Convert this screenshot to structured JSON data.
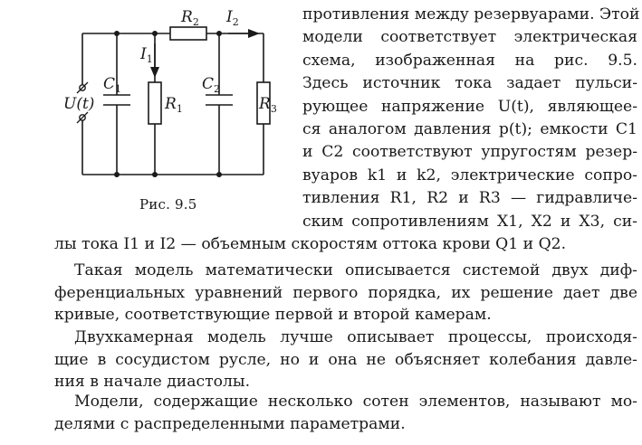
{
  "figure": {
    "caption": "Рис. 9.5",
    "labels": {
      "source": "U(t)",
      "c1": "C",
      "c1_sub": "1",
      "c2": "C",
      "c2_sub": "2",
      "r1": "R",
      "r1_sub": "1",
      "r2": "R",
      "r2_sub": "2",
      "r3": "R",
      "r3_sub": "3",
      "i1": "I",
      "i1_sub": "1",
      "i2": "I",
      "i2_sub": "2"
    }
  },
  "right_column": {
    "lines": [
      "противления между резервуарами. Этой",
      "модели соответствует электрическая",
      "схема, изображенная на рис. 9.5.",
      "Здесь источник тока задает пульси-",
      "рующее напряжение U(t), являющее-",
      "ся аналогом давления p(t); емкости C1",
      "и C2 соответствуют упругостям резер-",
      "вуаров k1 и k2, электрические сопро-",
      "тивления R1, R2 и R3 — гидравличе-",
      "ским сопротивлениям X1, X2 и X3, си-"
    ]
  },
  "body": {
    "line_after_figure": "лы тока I1 и I2 — объемным скоростям оттока крови Q1 и Q2.",
    "paragraphs": [
      [
        "Такая модель математически описывается системой двух диф-",
        "ференциальных уравнений первого порядка, их решение дает две",
        "кривые, соответствующие первой и второй камерам."
      ],
      [
        "Двухкамерная модель лучше описывает процессы, происходя-",
        "щие в сосудистом русле, но и она не объясняет колебания давле-",
        "ния в начале диастолы."
      ],
      [
        "Модели, содержащие несколько сотен элементов, называют мо-",
        "делями с распределенными параметрами."
      ]
    ]
  }
}
